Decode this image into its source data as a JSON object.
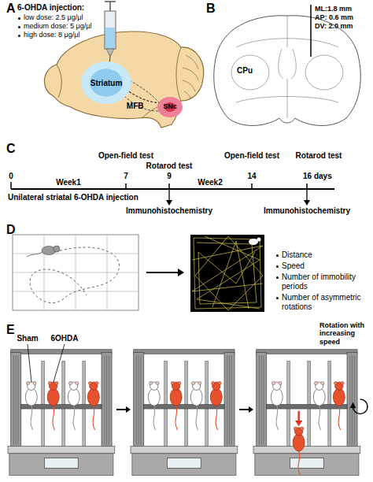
{
  "diagram": {
    "nodes": [
      {
        "text": [
          "Striatum"
        ]
      },
      {
        "text": [
          "SNc"
        ]
      }
    ],
    "edges": [
      {
        "from": 0,
        "to": 1,
        "arrow": "none",
        "label": "MFB"
      }
    ],
    "labels": [
      "A",
      "6-OHDA injection:",
      "low dose: 2.5 μg/μl",
      "medium dose: 5 μg/μl",
      "high dose: 8 μg/μl",
      "B",
      "ML:1.8 mm",
      "AP: 0.6 mm",
      "DV: 2.0 mm",
      "CPu",
      "C",
      "Open-field test",
      "Rotarod test",
      "Open-field test",
      "Rotarod test",
      "0",
      "7",
      "9",
      "14",
      "16 days",
      "Week1",
      "Week2",
      "Unilateral striatal 6-OHDA injection",
      "Immunohistochemistry",
      "Immunohistochemistry",
      "D",
      "Distance",
      "Speed",
      "Number of immobility periods",
      "Number of asymmetric rotations",
      "E",
      "Sham",
      "6OHDA",
      "Rotation with increasing speed"
    ]
  }
}
